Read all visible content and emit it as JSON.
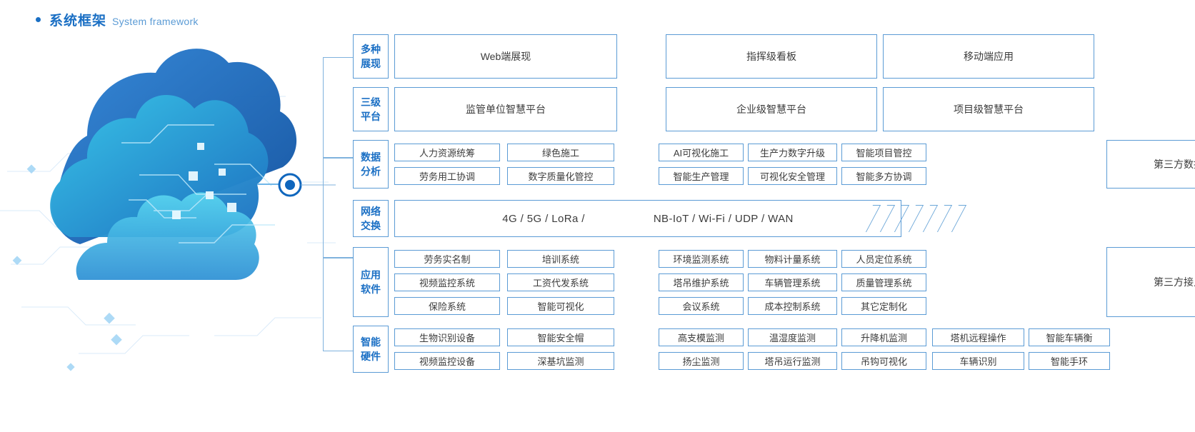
{
  "header": {
    "bullet": "bullet-dot",
    "title_zh": "系统框架",
    "title_en": "System framework"
  },
  "colors": {
    "accent": "#1a6fc4",
    "border": "#5b9bd5",
    "text": "#3c3c3c",
    "subtitle": "#5b9bd5"
  },
  "rows": [
    {
      "label": "多种展现",
      "label_l1": "多种",
      "label_l2": "展现",
      "type": "big",
      "groups": [
        {
          "boxes": [
            "Web端展现"
          ]
        },
        {
          "boxes": [
            "指挥级看板"
          ]
        },
        {
          "boxes": [
            "移动端应用"
          ]
        }
      ]
    },
    {
      "label": "三级平台",
      "label_l1": "三级",
      "label_l2": "平台",
      "type": "big",
      "groups": [
        {
          "boxes": [
            "监管单位智慧平台"
          ]
        },
        {
          "boxes": [
            "企业级智慧平台"
          ]
        },
        {
          "boxes": [
            "项目级智慧平台"
          ]
        }
      ]
    },
    {
      "label": "数据分析",
      "label_l1": "数据",
      "label_l2": "分析",
      "type": "grid",
      "left_cells": [
        [
          "人力资源统筹",
          "绿色施工"
        ],
        [
          "劳务用工协调",
          "数字质量化管控"
        ]
      ],
      "right_cells": [
        [
          "AI可视化施工",
          "生产力数字升级",
          "智能项目管控"
        ],
        [
          "智能生产管理",
          "可视化安全管理",
          "智能多方协调"
        ]
      ],
      "tail_box": "第三方数据共享"
    },
    {
      "label": "网络交换",
      "label_l1": "网络",
      "label_l2": "交换",
      "type": "network",
      "net_left": "4G / 5G / LoRa /",
      "net_right": "NB-IoT / Wi-Fi / UDP / WAN",
      "chevron_count": 7
    },
    {
      "label": "应用软件",
      "label_l1": "应用",
      "label_l2": "软件",
      "type": "grid",
      "left_cells": [
        [
          "劳务实名制",
          "培训系统"
        ],
        [
          "视频监控系统",
          "工资代发系统"
        ],
        [
          "保险系统",
          "智能可视化"
        ]
      ],
      "right_cells": [
        [
          "环境监测系统",
          "物料计量系统",
          "人员定位系统"
        ],
        [
          "塔吊维护系统",
          "车辆管理系统",
          "质量管理系统"
        ],
        [
          "会议系统",
          "成本控制系统",
          "其它定制化"
        ]
      ],
      "tail_box": "第三方接入系统"
    },
    {
      "label": "智能硬件",
      "label_l1": "智能",
      "label_l2": "硬件",
      "type": "grid5",
      "left_cells": [
        [
          "生物识别设备",
          "智能安全帽"
        ],
        [
          "视频监控设备",
          "深基坑监测"
        ]
      ],
      "right_cells": [
        [
          "高支模监测",
          "温湿度监测",
          "升降机监测"
        ],
        [
          "扬尘监测",
          "塔吊运行监测",
          "吊钩可视化"
        ]
      ],
      "tail_cells": [
        [
          "塔机远程操作",
          "智能车辆衡"
        ],
        [
          "车辆识别",
          "智能手环"
        ]
      ]
    }
  ],
  "cloud": {
    "name": "cloud-illustration",
    "node_label": "network-node"
  }
}
